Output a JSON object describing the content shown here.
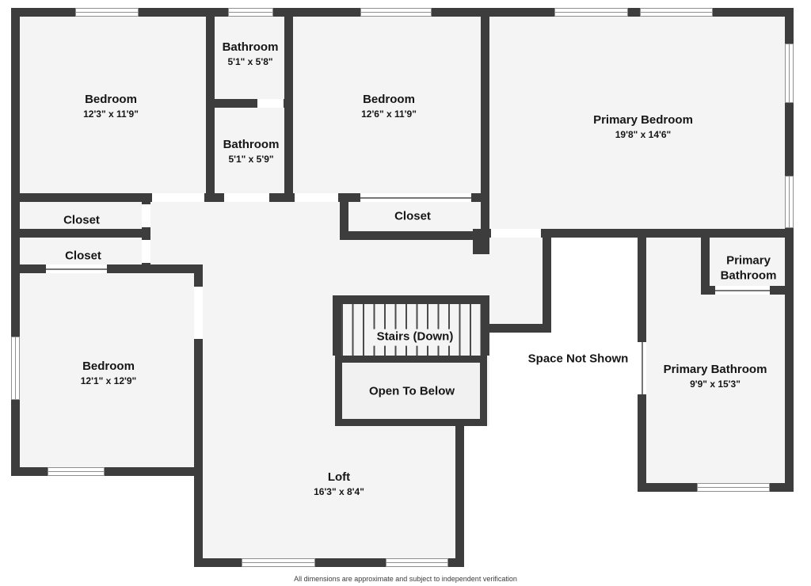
{
  "plan": {
    "rooms": {
      "bedroom_top_left": {
        "name": "Bedroom",
        "dims": "12'3\" x 11'9\""
      },
      "bathroom_top": {
        "name": "Bathroom",
        "dims": "5'1\" x 5'8\""
      },
      "bathroom_mid": {
        "name": "Bathroom",
        "dims": "5'1\" x 5'9\""
      },
      "bedroom_top_mid": {
        "name": "Bedroom",
        "dims": "12'6\" x 11'9\""
      },
      "primary_bedroom": {
        "name": "Primary Bedroom",
        "dims": "19'8\" x 14'6\""
      },
      "closet_left_1": {
        "name": "Closet"
      },
      "closet_left_2": {
        "name": "Closet"
      },
      "closet_mid": {
        "name": "Closet"
      },
      "bedroom_left": {
        "name": "Bedroom",
        "dims": "12'1\" x 12'9\""
      },
      "stairs": {
        "name": "Stairs (Down)"
      },
      "open_to_below": {
        "name": "Open To Below"
      },
      "space_not_shown": {
        "name": "Space Not Shown"
      },
      "primary_bathroom_small": {
        "name": "Primary Bathroom"
      },
      "primary_bathroom": {
        "name": "Primary Bathroom",
        "dims": "9'9\" x 15'3\""
      },
      "loft": {
        "name": "Loft",
        "dims": "16'3\" x 8'4\""
      }
    },
    "disclaimer": "All dimensions are approximate and subject to independent verification",
    "colors": {
      "wall": "#3d3d3d",
      "floor": "#f4f4f4",
      "text": "#161616"
    }
  }
}
